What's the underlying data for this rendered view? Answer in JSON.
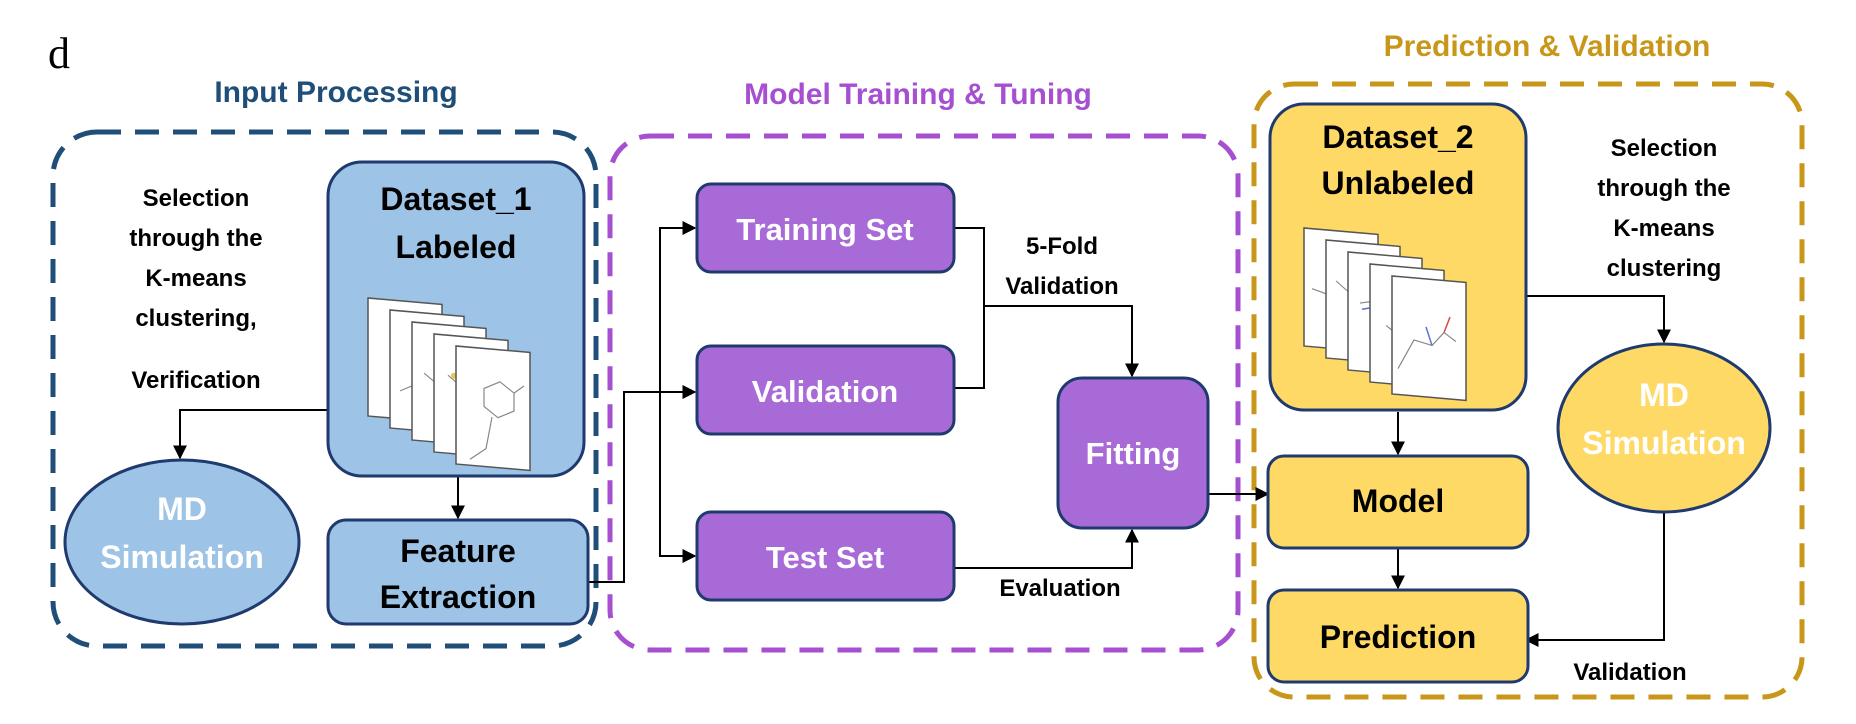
{
  "panel_letter": "d",
  "colors": {
    "input_accent": "#1f4e79",
    "training_accent": "#a64fd0",
    "prediction_accent": "#c8971a",
    "blue_fill": "#9dc3e6",
    "purple_fill": "#a86ad6",
    "yellow_fill": "#ffd966",
    "box_outline": "#1f3a6e"
  },
  "sections": {
    "input": {
      "title": "Input Processing"
    },
    "training": {
      "title": "Model Training & Tuning"
    },
    "prediction": {
      "title": "Prediction & Validation"
    }
  },
  "input": {
    "dataset_line1": "Dataset_1",
    "dataset_line2": "Labeled",
    "selection_note": [
      "Selection",
      "through the",
      "K-means",
      "clustering,",
      "Verification"
    ],
    "md_line1": "MD",
    "md_line2": "Simulation",
    "feature_line1": "Feature",
    "feature_line2": "Extraction"
  },
  "training": {
    "training_set": "Training Set",
    "validation": "Validation",
    "test_set": "Test Set",
    "fitting": "Fitting",
    "fold_line1": "5-Fold",
    "fold_line2": "Validation",
    "evaluation": "Evaluation"
  },
  "prediction": {
    "dataset_line1": "Dataset_2",
    "dataset_line2": "Unlabeled",
    "selection_note": [
      "Selection",
      "through the",
      "K-means",
      "clustering"
    ],
    "md_line1": "MD",
    "md_line2": "Simulation",
    "model": "Model",
    "prediction": "Prediction",
    "validation": "Validation"
  }
}
